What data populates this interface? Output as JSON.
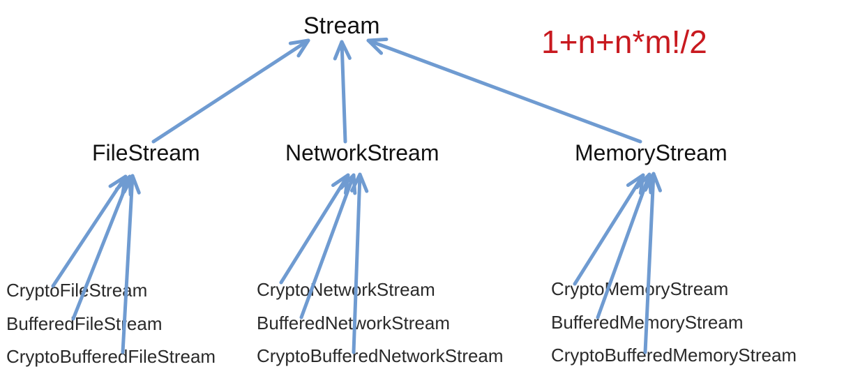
{
  "colors": {
    "arrow": "#6f9bd1",
    "formula": "#c8191f",
    "text": "#111111"
  },
  "formula": "1+n+n*m!/2",
  "root": {
    "label": "Stream"
  },
  "branches": [
    {
      "label": "FileStream",
      "children": [
        "CryptoFileStream",
        "BufferedFileStream",
        "CryptoBufferedFileStream"
      ]
    },
    {
      "label": "NetworkStream",
      "children": [
        "CryptoNetworkStream",
        "BufferedNetworkStream",
        "CryptoBufferedNetworkStream"
      ]
    },
    {
      "label": "MemoryStream",
      "children": [
        "CryptoMemoryStream",
        "BufferedMemoryStream",
        "CryptoBufferedMemoryStream"
      ]
    }
  ]
}
